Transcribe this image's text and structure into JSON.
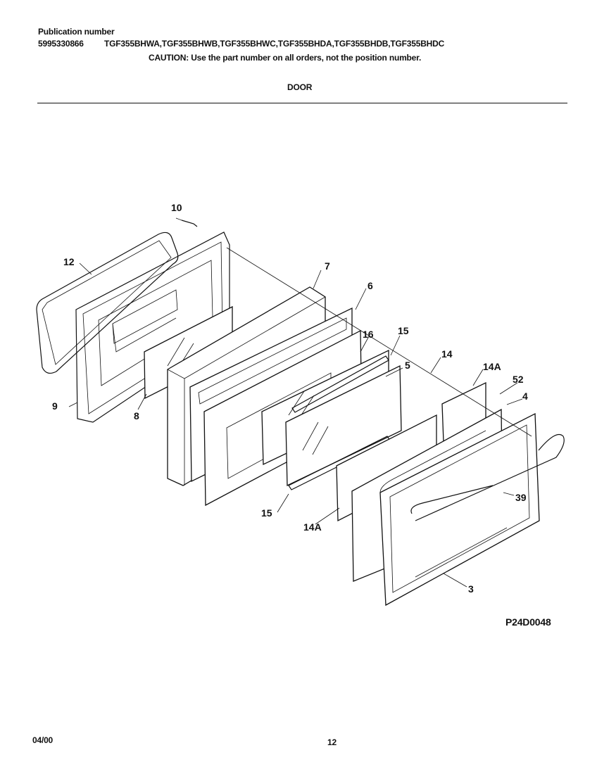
{
  "header": {
    "publication_label": "Publication number",
    "publication_number": "5995330866",
    "models": "TGF355BHWA,TGF355BHWB,TGF355BHWC,TGF355BHDA,TGF355BHDB,TGF355BHDC",
    "caution": "CAUTION:  Use the part number on all orders, not the position number.",
    "section_title": "DOOR"
  },
  "callouts": {
    "c10": "10",
    "c12": "12",
    "c9": "9",
    "c8": "8",
    "c7": "7",
    "c6": "6",
    "c16": "16",
    "c15a": "15",
    "c5": "5",
    "c14": "14",
    "c14a_top": "14A",
    "c52": "52",
    "c4": "4",
    "c39": "39",
    "c15b": "15",
    "c14a_bottom": "14A",
    "c3": "3"
  },
  "figure_code": "P24D0048",
  "footer": {
    "date_code": "04/00",
    "page_number": "12"
  }
}
